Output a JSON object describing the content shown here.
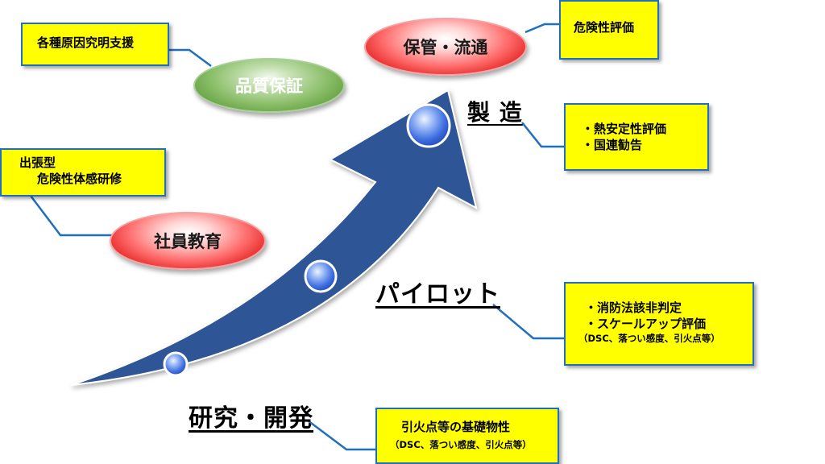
{
  "stages": {
    "research": "研究・開発",
    "pilot": "パイロット",
    "manufacturing": "製 造"
  },
  "ellipses": {
    "storage": "保管・流通",
    "quality": "品質保証",
    "education": "社員教育"
  },
  "boxes": {
    "cause": "各種原因究明支援",
    "danger": "危険性評価",
    "training_line1": "出張型",
    "training_line2": "危険性体感研修",
    "thermal_line1": "・熱安定性評価",
    "thermal_line2": "・国連勧告",
    "pilot_line1": "・消防法該非判定",
    "pilot_line2": "・スケールアップ評価",
    "pilot_line3": "（DSC、落つい感度、引火点等）",
    "basic_line1": "引火点等の基礎物性",
    "basic_line2": "（DSC、落つい感度、引火点等）"
  },
  "colors": {
    "arrow": "#2e5596",
    "box_fill": "#ffff00",
    "box_border": "#1f6fbf",
    "connector": "#1f6fbf",
    "red_ellipse": "#e01818",
    "green_ellipse": "#5e9c3c"
  }
}
